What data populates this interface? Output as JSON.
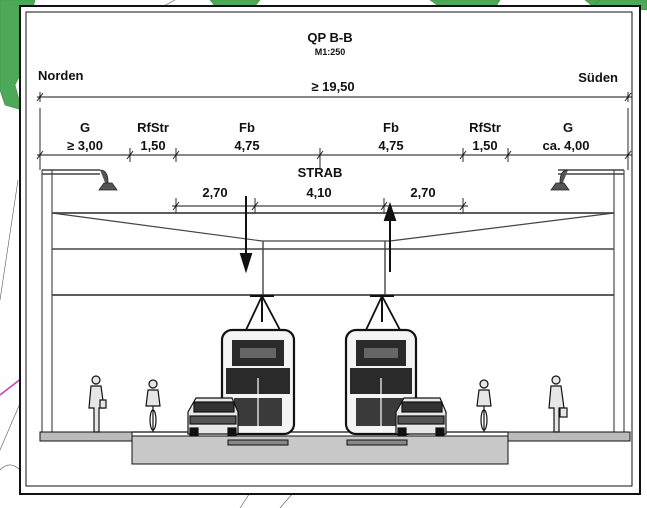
{
  "section": {
    "title": "QP B-B",
    "scale": "M1:250",
    "north": "Norden",
    "south": "Süden",
    "total_width": "≥ 19,50",
    "tram_label": "STRAB"
  },
  "segments": [
    {
      "name": "G",
      "value": "≥ 3,00"
    },
    {
      "name": "RfStr",
      "value": "1,50"
    },
    {
      "name": "Fb",
      "value": "4,75"
    },
    {
      "name": "Fb",
      "value": "4,75"
    },
    {
      "name": "RfStr",
      "value": "1,50"
    },
    {
      "name": "G",
      "value": "ca. 4,00"
    }
  ],
  "tram_dims": [
    "2,70",
    "4,10",
    "2,70"
  ],
  "colors": {
    "line": "#1a1a1a",
    "map_green": "#2e9a3a",
    "map_magenta": "#c03fc0",
    "road": "#c8c8c8",
    "tram_window": "#2a2a2a"
  }
}
